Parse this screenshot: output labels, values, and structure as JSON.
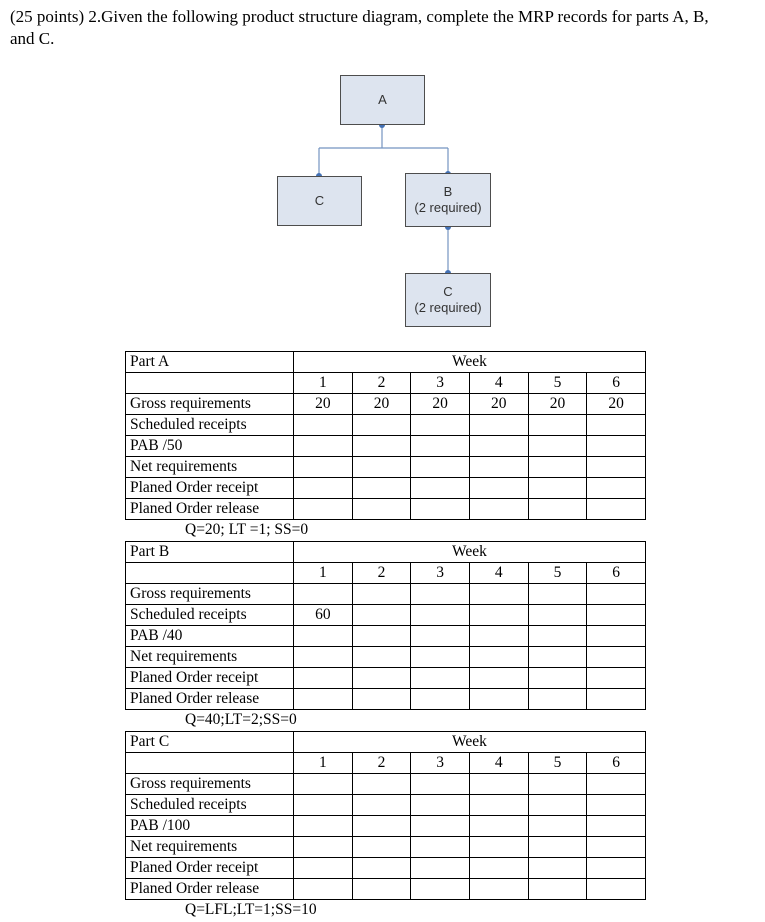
{
  "title": "(25 points) 2.Given the following product structure diagram, complete the MRP records for parts A, B, and C.",
  "diagram": {
    "nodes": [
      {
        "id": "A",
        "label_lines": [
          "A"
        ]
      },
      {
        "id": "C",
        "label_lines": [
          "C"
        ]
      },
      {
        "id": "B",
        "label_lines": [
          "B",
          "(2 required)"
        ]
      },
      {
        "id": "C-child",
        "label_lines": [
          "C",
          "(2 required)"
        ]
      }
    ],
    "colors": {
      "box_fill": "#dde4ef",
      "box_border": "#4d4d4d",
      "connector": "#7494c0",
      "dot": "#4371b5"
    }
  },
  "tables": [
    {
      "part_label": "Part A",
      "week_label": "Week",
      "week_numbers": [
        "1",
        "2",
        "3",
        "4",
        "5",
        "6"
      ],
      "rows": [
        {
          "label": "Gross requirements",
          "values": [
            "20",
            "20",
            "20",
            "20",
            "20",
            "20"
          ]
        },
        {
          "label": "Scheduled receipts",
          "values": [
            "",
            "",
            "",
            "",
            "",
            ""
          ]
        },
        {
          "label": "PAB /50",
          "values": [
            "",
            "",
            "",
            "",
            "",
            ""
          ]
        },
        {
          "label": "Net requirements",
          "values": [
            "",
            "",
            "",
            "",
            "",
            ""
          ]
        },
        {
          "label": "Planed Order receipt",
          "values": [
            "",
            "",
            "",
            "",
            "",
            ""
          ]
        },
        {
          "label": "Planed Order release",
          "values": [
            "",
            "",
            "",
            "",
            "",
            ""
          ]
        }
      ],
      "footnote": "Q=20; LT =1; SS=0"
    },
    {
      "part_label": "Part B",
      "week_label": "Week",
      "week_numbers": [
        "1",
        "2",
        "3",
        "4",
        "5",
        "6"
      ],
      "rows": [
        {
          "label": "Gross requirements",
          "values": [
            "",
            "",
            "",
            "",
            "",
            ""
          ]
        },
        {
          "label": "Scheduled receipts",
          "values": [
            "60",
            "",
            "",
            "",
            "",
            ""
          ]
        },
        {
          "label": "PAB /40",
          "values": [
            "",
            "",
            "",
            "",
            "",
            ""
          ]
        },
        {
          "label": "Net requirements",
          "values": [
            "",
            "",
            "",
            "",
            "",
            ""
          ]
        },
        {
          "label": "Planed Order receipt",
          "values": [
            "",
            "",
            "",
            "",
            "",
            ""
          ]
        },
        {
          "label": "Planed Order release",
          "values": [
            "",
            "",
            "",
            "",
            "",
            ""
          ]
        }
      ],
      "footnote": "Q=40;LT=2;SS=0"
    },
    {
      "part_label": "Part C",
      "week_label": "Week",
      "week_numbers": [
        "1",
        "2",
        "3",
        "4",
        "5",
        "6"
      ],
      "rows": [
        {
          "label": "Gross requirements",
          "values": [
            "",
            "",
            "",
            "",
            "",
            ""
          ]
        },
        {
          "label": "Scheduled receipts",
          "values": [
            "",
            "",
            "",
            "",
            "",
            ""
          ]
        },
        {
          "label": "PAB /100",
          "values": [
            "",
            "",
            "",
            "",
            "",
            ""
          ]
        },
        {
          "label": "Net requirements",
          "values": [
            "",
            "",
            "",
            "",
            "",
            ""
          ]
        },
        {
          "label": "Planed Order receipt",
          "values": [
            "",
            "",
            "",
            "",
            "",
            ""
          ]
        },
        {
          "label": "Planed Order release",
          "values": [
            "",
            "",
            "",
            "",
            "",
            ""
          ]
        }
      ],
      "footnote": "Q=LFL;LT=1;SS=10"
    }
  ]
}
